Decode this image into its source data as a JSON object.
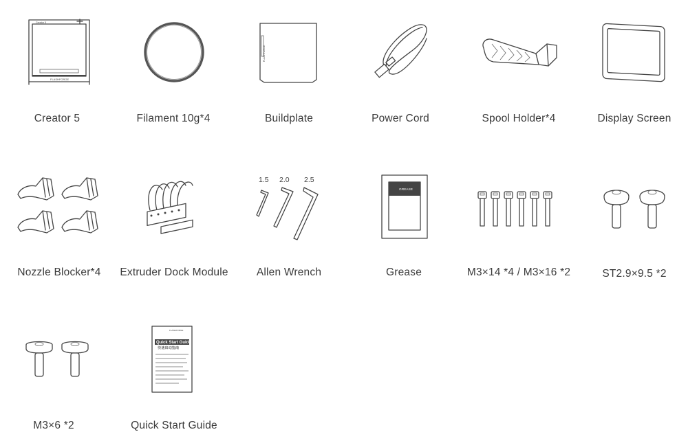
{
  "items": [
    {
      "label": "Creator 5"
    },
    {
      "label": "Filament 10g*4"
    },
    {
      "label": "Buildplate"
    },
    {
      "label": "Power Cord"
    },
    {
      "label": "Spool Holder*4"
    },
    {
      "label": "Display Screen"
    },
    {
      "label": "Nozzle Blocker*4"
    },
    {
      "label": "Extruder Dock  Module"
    },
    {
      "label": "Allen Wrench"
    },
    {
      "label": "Grease"
    },
    {
      "label": "M3×14 *4 / M3×16 *2"
    },
    {
      "label": "ST2.9×9.5 *2"
    },
    {
      "label": "M3×6 *2"
    },
    {
      "label": "Quick Start Guide"
    }
  ],
  "printer": {
    "model_text": "Creator 5",
    "brand_text": "FLASHFORGE"
  },
  "buildplate": {
    "brand_text": "FLASHFORGE"
  },
  "wrench": {
    "sizes": [
      "1.5",
      "2.0",
      "2.5"
    ]
  },
  "grease": {
    "tube_text": "GREASE"
  },
  "guide": {
    "brand_text": "FLASHFORGE",
    "title_en": "Quick Start Guide",
    "title_zh": "快速启动指南"
  }
}
